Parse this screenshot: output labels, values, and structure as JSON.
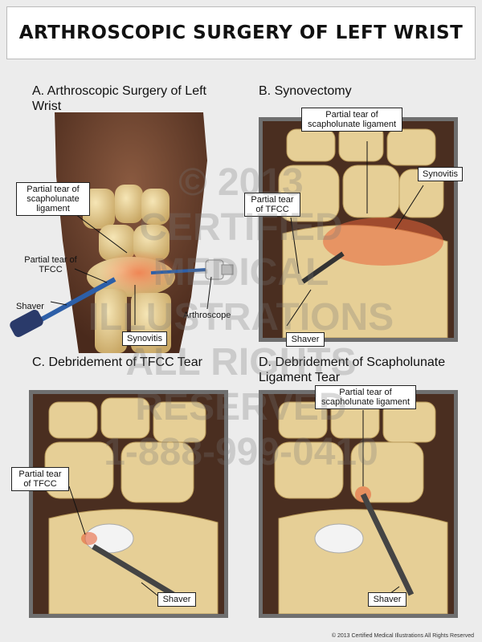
{
  "title": "ARTHROSCOPIC SURGERY OF LEFT WRIST",
  "panels": {
    "a": {
      "title": "A. Arthroscopic Surgery of Left Wrist",
      "labels": {
        "sl_tear": "Partial tear of scapholunate ligament",
        "tfcc_tear": "Partial tear of TFCC",
        "shaver": "Shaver",
        "synovitis": "Synovitis",
        "arthroscope": "Arthroscope"
      }
    },
    "b": {
      "title": "B. Synovectomy",
      "labels": {
        "sl_tear": "Partial tear of scapholunate ligament",
        "synovitis": "Synovitis",
        "tfcc_tear": "Partial tear of TFCC",
        "shaver": "Shaver"
      }
    },
    "c": {
      "title": "C. Debridement of TFCC Tear",
      "labels": {
        "tfcc_tear": "Partial tear of TFCC",
        "shaver": "Shaver"
      }
    },
    "d": {
      "title": "D. Debridement of Scapholunate Ligament Tear",
      "labels": {
        "sl_tear": "Partial tear of scapholunate ligament",
        "shaver": "Shaver"
      }
    }
  },
  "watermark": [
    "© 2013",
    "CERTIFIED",
    "MEDICAL",
    "ILLUSTRATIONS",
    "ALL RIGHTS",
    "RESERVED",
    "1-888-999-0410"
  ],
  "copyright": "© 2013 Certified Medical Illustrations All Rights Reserved",
  "colors": {
    "frame": "#6f6f6f",
    "bone": "#e9d49a",
    "skin": "#6b4330",
    "inflamed": "#e8643a",
    "shaft": "#2d5fa8"
  }
}
